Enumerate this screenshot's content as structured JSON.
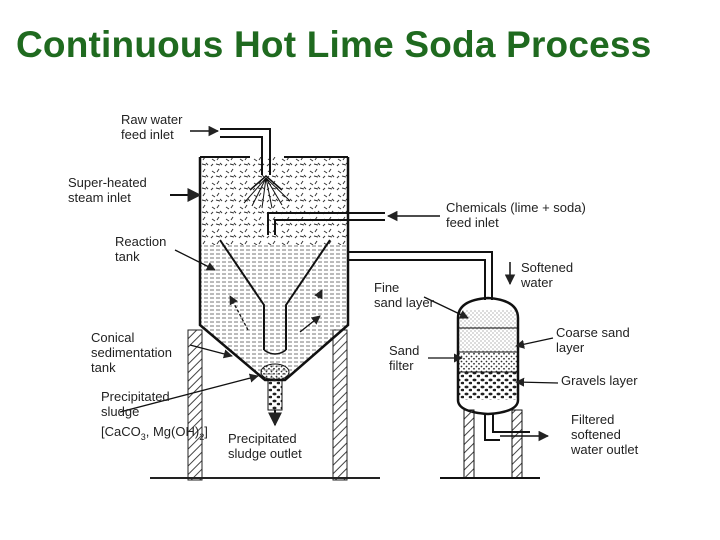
{
  "title": "Continuous Hot Lime Soda Process",
  "labels": {
    "raw_water_1": "Raw water",
    "raw_water_2": "feed inlet",
    "steam_1": "Super-heated",
    "steam_2": "steam inlet",
    "chem_1": "Chemicals (lime + soda)",
    "chem_2": "feed inlet",
    "reaction_1": "Reaction",
    "reaction_2": "tank",
    "softened_1": "Softened",
    "softened_2": "water",
    "fine_1": "Fine",
    "fine_2": "sand layer",
    "coarse_1": "Coarse sand",
    "coarse_2": "layer",
    "conical_1": "Conical",
    "conical_2": "sedimentation",
    "conical_3": "tank",
    "sand_filter_1": "Sand",
    "sand_filter_2": "filter",
    "gravels": "Gravels layer",
    "precip_1": "Precipitated",
    "precip_2": "sludge",
    "precip_formula_a": "[CaCO",
    "precip_formula_sub3": "3",
    "precip_formula_b": ", Mg(OH)",
    "precip_formula_sub2": "2",
    "precip_formula_c": "]",
    "outlet_1": "Precipitated",
    "outlet_2": "sludge outlet",
    "filtered_1": "Filtered",
    "filtered_2": "softened",
    "filtered_3": "water outlet"
  }
}
